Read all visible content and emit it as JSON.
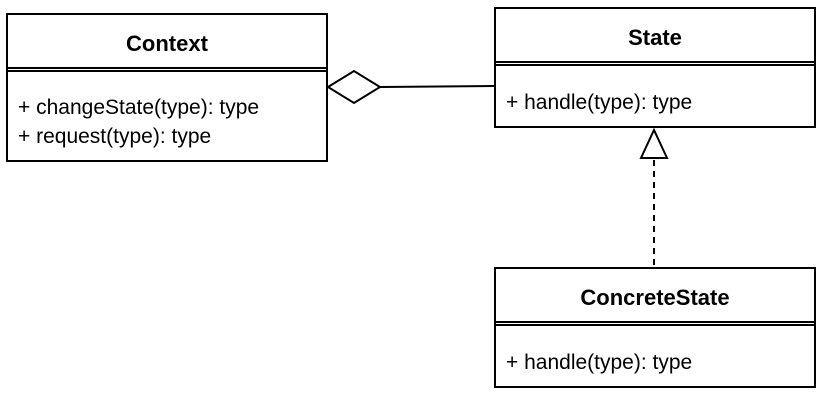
{
  "classes": {
    "context": {
      "name": "Context",
      "methods": [
        "+ changeState(type): type",
        "+ request(type): type"
      ]
    },
    "state": {
      "name": "State",
      "methods": [
        "+ handle(type): type"
      ]
    },
    "concrete_state": {
      "name": "ConcreteState",
      "methods": [
        "+ handle(type): type"
      ]
    }
  },
  "relations": [
    {
      "type": "aggregation",
      "from": "Context",
      "to": "State"
    },
    {
      "type": "realization",
      "from": "ConcreteState",
      "to": "State"
    }
  ]
}
